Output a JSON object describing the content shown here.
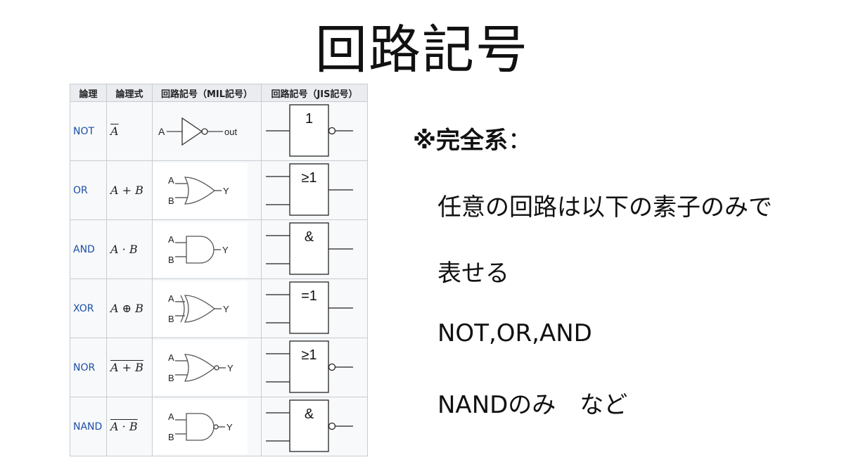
{
  "title": "回路記号",
  "table": {
    "headers": [
      "論理",
      "論理式",
      "回路記号（MIL記号）",
      "回路記号（JIS記号）"
    ],
    "rows": [
      {
        "name": "NOT",
        "expr": "A",
        "expr_overline": true,
        "mil": "not",
        "jis_label": "1",
        "jis_inputs": 1,
        "jis_inverted": true,
        "mil_in_a": "A",
        "mil_out": "out"
      },
      {
        "name": "OR",
        "expr": "A + B",
        "expr_overline": false,
        "mil": "or",
        "jis_label": "≥1",
        "jis_inputs": 2,
        "jis_inverted": false,
        "mil_in_a": "A",
        "mil_in_b": "B",
        "mil_out": "Y"
      },
      {
        "name": "AND",
        "expr": "A · B",
        "expr_overline": false,
        "mil": "and",
        "jis_label": "&",
        "jis_inputs": 2,
        "jis_inverted": false,
        "mil_in_a": "A",
        "mil_in_b": "B",
        "mil_out": "Y"
      },
      {
        "name": "XOR",
        "expr": "A ⊕ B",
        "expr_overline": false,
        "mil": "xor",
        "jis_label": "=1",
        "jis_inputs": 2,
        "jis_inverted": false,
        "mil_in_a": "A",
        "mil_in_b": "B",
        "mil_out": "Y"
      },
      {
        "name": "NOR",
        "expr": "A + B",
        "expr_overline": true,
        "mil": "nor",
        "jis_label": "≥1",
        "jis_inputs": 2,
        "jis_inverted": true,
        "mil_in_a": "A",
        "mil_in_b": "B",
        "mil_out": "Y"
      },
      {
        "name": "NAND",
        "expr": "A · B",
        "expr_overline": true,
        "mil": "nand",
        "jis_label": "&",
        "jis_inputs": 2,
        "jis_inverted": true,
        "mil_in_a": "A",
        "mil_in_b": "B",
        "mil_out": "Y"
      }
    ]
  },
  "notes": {
    "lead": "※完全系",
    "lead_colon": "：",
    "line1": "任意の回路は以下の素子のみで",
    "line2": "表せる",
    "line3": "NOT,OR,AND",
    "line4": "NANDのみ　など"
  },
  "colors": {
    "link_blue": "#1b4fa8",
    "header_bg": "#eaecf0",
    "border": "#c8ccd1"
  }
}
